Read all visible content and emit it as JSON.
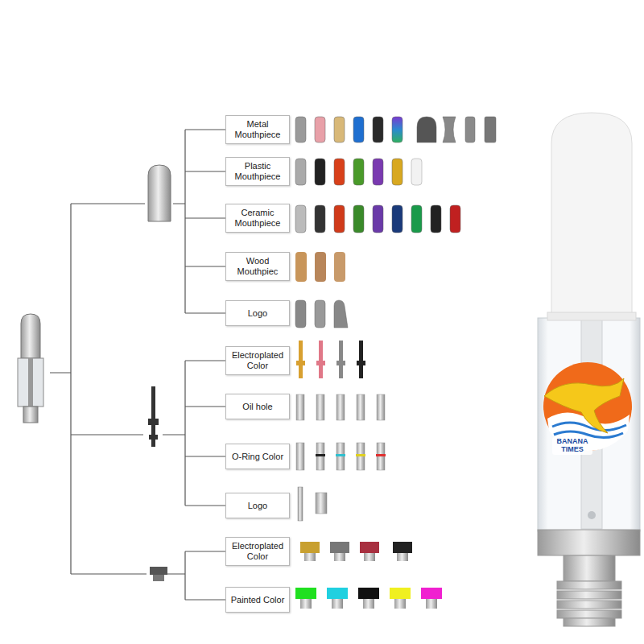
{
  "diagram": {
    "nodes": [
      {
        "text": [
          "Metal Mouthpiece"
        ]
      },
      {
        "text": [
          "Plastic Mouthpiece"
        ]
      },
      {
        "text": [
          "Ceramic Mouthpiece"
        ]
      },
      {
        "text": [
          "Wood Mouthpiec"
        ]
      },
      {
        "text": [
          "Logo"
        ]
      },
      {
        "text": [
          "Electroplated Color"
        ]
      },
      {
        "text": [
          "Oil hole"
        ]
      },
      {
        "text": [
          "O-Ring Color"
        ]
      },
      {
        "text": [
          "Logo"
        ]
      },
      {
        "text": [
          "Electroplated Color"
        ]
      },
      {
        "text": [
          "Painted Color"
        ]
      }
    ],
    "labels": [
      "BANANA TIMES"
    ]
  }
}
